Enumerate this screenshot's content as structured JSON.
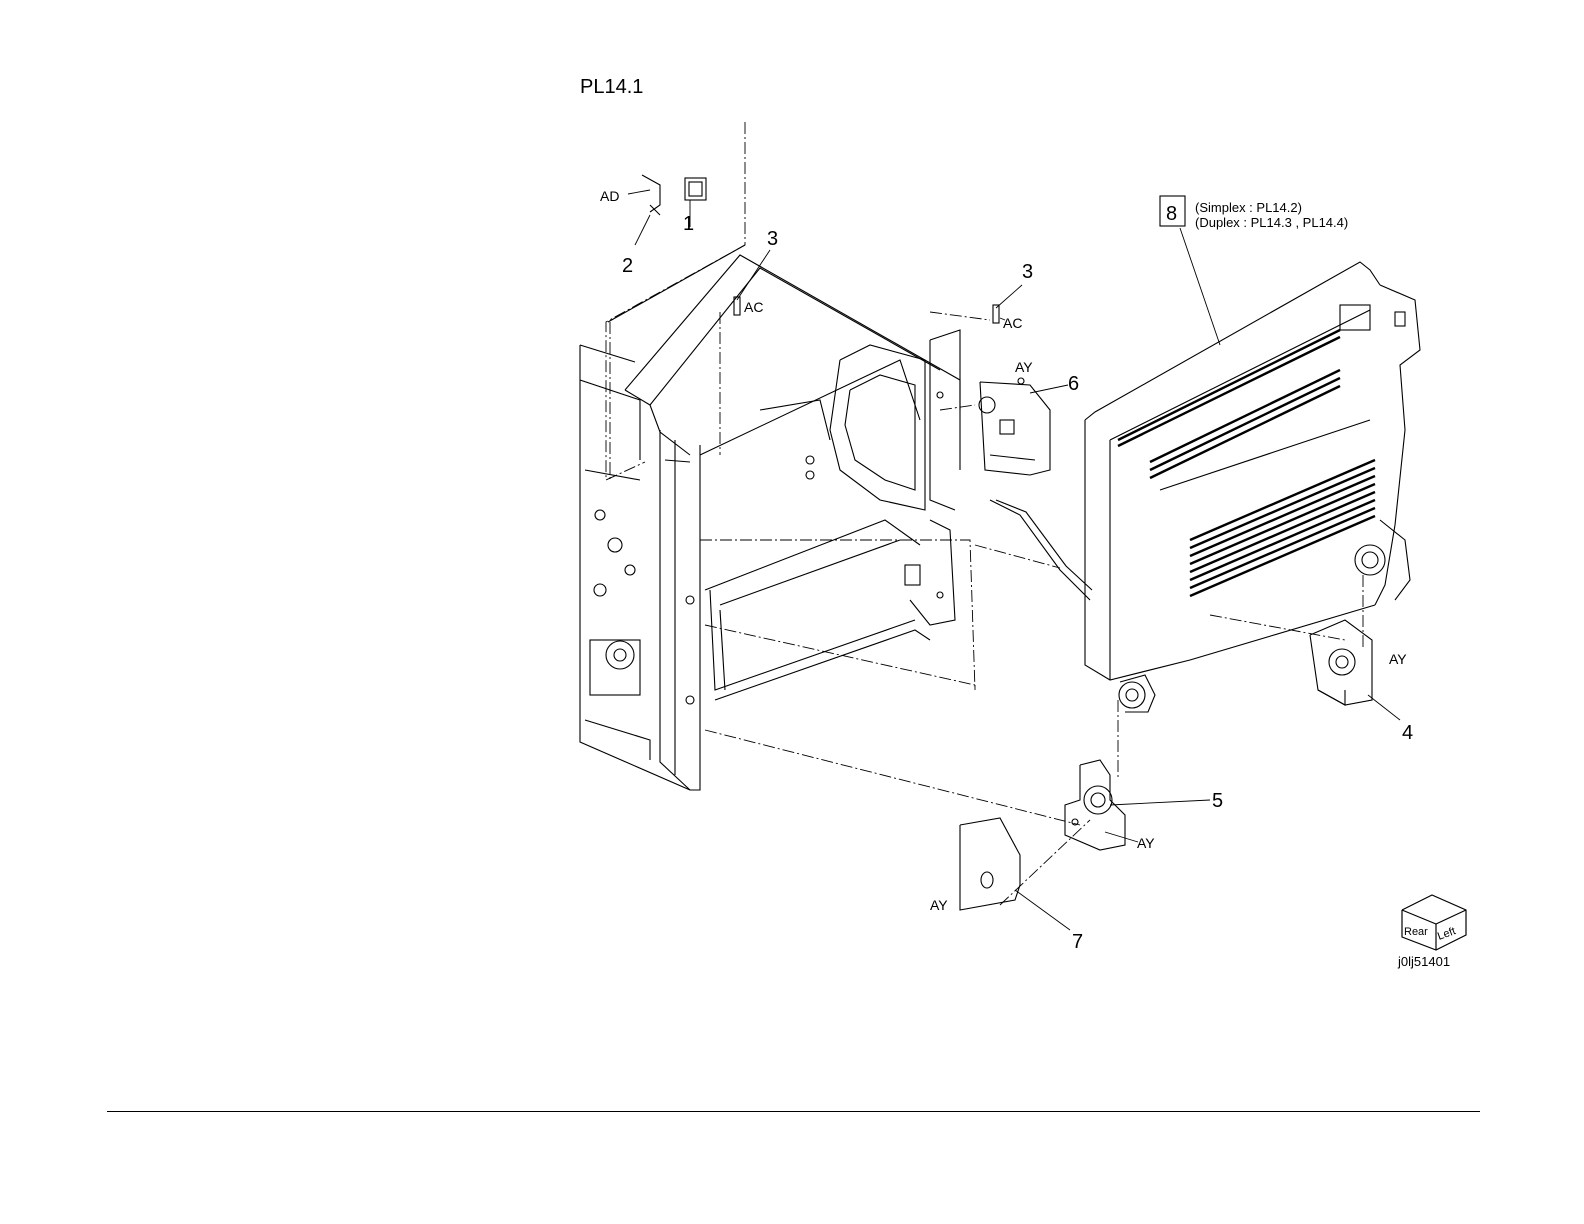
{
  "title": "PL14.1",
  "callouts": {
    "n1": "1",
    "n2": "2",
    "n3a": "3",
    "n3b": "3",
    "n4": "4",
    "n5": "5",
    "n6": "6",
    "n7": "7",
    "n8": "8"
  },
  "codes": {
    "ad": "AD",
    "ac1": "AC",
    "ac2": "AC",
    "ay_top": "AY",
    "ay_4": "AY",
    "ay_5": "AY",
    "ay_7": "AY"
  },
  "notes": {
    "simplex": "(Simplex : PL14.2)",
    "duplex": "(Duplex : PL14.3 , PL14.4)"
  },
  "orientation": {
    "rear": "Rear",
    "left": "Left"
  },
  "image_id": "j0lj51401"
}
